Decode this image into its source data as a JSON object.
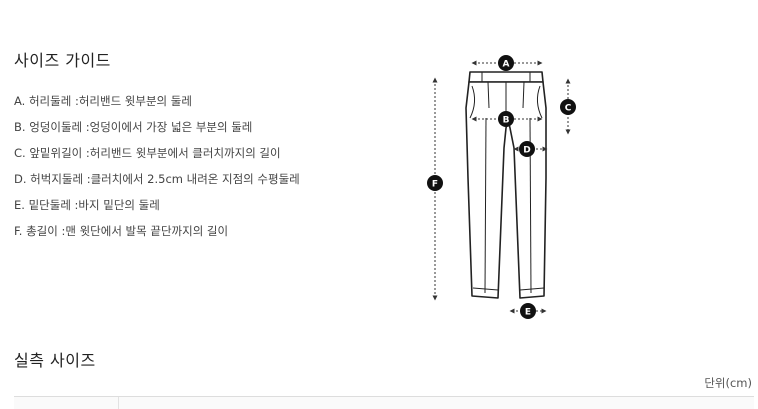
{
  "size_guide": {
    "title": "사이즈 가이드",
    "items": [
      {
        "text": "A. 허리둘레 :허리밴드 윗부분의 둘레"
      },
      {
        "text": "B. 엉덩이둘레 :엉덩이에서 가장 넓은 부분의 둘레"
      },
      {
        "text": "C. 앞밑위길이 :허리밴드 윗부분에서 클러치까지의 길이"
      },
      {
        "text": "D. 허벅지둘레 :클러치에서 2.5cm 내려온 지점의 수평둘레"
      },
      {
        "text": "E. 밑단둘레 :바지 밑단의 둘레"
      },
      {
        "text": "F. 총길이 :맨 윗단에서 발목 끝단까지의 길이"
      }
    ]
  },
  "diagram": {
    "badges": {
      "a": "A",
      "b": "B",
      "c": "C",
      "d": "D",
      "e": "E",
      "f": "F"
    },
    "icon": "pants-icon"
  },
  "measured": {
    "title": "실측 사이즈",
    "unit": "단위(cm)"
  },
  "colors": {
    "badge": "#111111",
    "line": "#222222",
    "arrow": "#333333"
  }
}
